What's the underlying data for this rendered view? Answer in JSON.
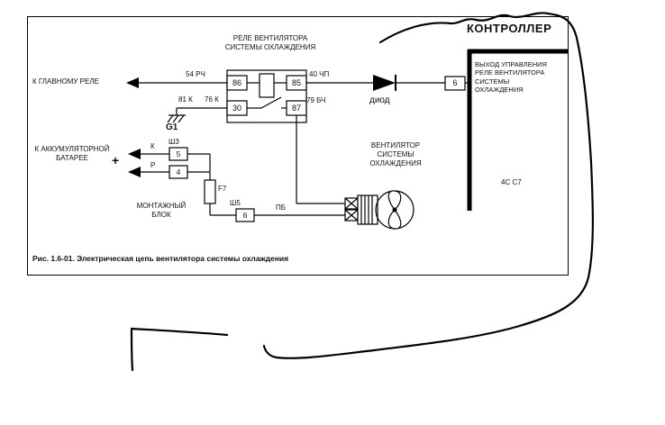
{
  "page": {
    "controller_title": "КОНТРОЛЛЕР",
    "caption": "Рис. 1.6-01. Электрическая цепь вентилятора системы охлаждения",
    "code": "4С С7"
  },
  "relay": {
    "title": "РЕЛЕ ВЕНТИЛЯТОРА\nСИСТЕМЫ ОХЛАЖДЕНИЯ",
    "pin86": "86",
    "pin85": "85",
    "pin30": "30",
    "pin87": "87"
  },
  "controller": {
    "output_label": "ВЫХОД УПРАВЛЕНИЯ\nРЕЛЕ ВЕНТИЛЯТОРА\nСИСТЕМЫ\nОХЛАЖДЕНИЯ",
    "pin6": "6"
  },
  "wires": {
    "w54": "54 РЧ",
    "w40": "40 ЧП",
    "w81": "81 К",
    "w76": "76 К",
    "w79": "79 БЧ",
    "wpb": "ПБ"
  },
  "left": {
    "to_main_relay": "К ГЛАВНОМУ РЕЛЕ",
    "to_battery": "К АККУМУЛЯТОРНОЙ\nБАТАРЕЕ",
    "plus": "+",
    "wire_k": "К",
    "wire_r": "Р"
  },
  "block": {
    "title": "МОНТАЖНЫЙ\nБЛОК",
    "sh3": "Ш3",
    "sh5": "Ш5",
    "pin5": "5",
    "pin4": "4",
    "pin6": "6",
    "fuse": "F7"
  },
  "ground": {
    "label": "G1"
  },
  "diode": {
    "label": "диод"
  },
  "fan": {
    "title": "ВЕНТИЛЯТОР\nСИСТЕМЫ\nОХЛАЖДЕНИЯ"
  }
}
